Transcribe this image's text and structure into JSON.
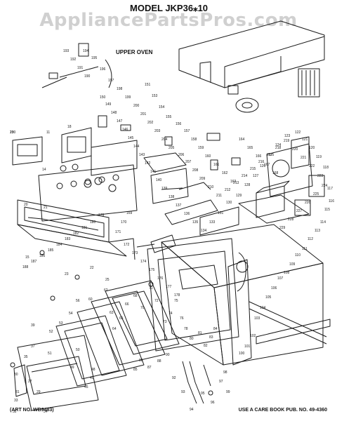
{
  "watermark": "AppliancePartsPros.com",
  "title": "MODEL  JKP36⁎10",
  "subtitle": "UPPER OVEN",
  "footer": {
    "art_no": "(ART NO. WB9483)",
    "care_book": "USE A CARE BOOK PUB. NO. 49-4360"
  },
  "colors": {
    "ink": "#1a1a1a",
    "watermark": "#888888"
  },
  "callouts": [
    "10",
    "11",
    "14",
    "15",
    "18",
    "20",
    "21",
    "22",
    "23",
    "25",
    "27",
    "29",
    "30",
    "31",
    "32",
    "33",
    "34",
    "35",
    "37",
    "39",
    "40",
    "45",
    "48",
    "49",
    "50",
    "51",
    "52",
    "53",
    "54",
    "56",
    "60",
    "62",
    "63",
    "64",
    "65",
    "66",
    "68",
    "70",
    "71",
    "72",
    "73",
    "74",
    "75",
    "76",
    "78",
    "80",
    "81",
    "82",
    "83",
    "84",
    "85",
    "86",
    "87",
    "88",
    "90",
    "92",
    "93",
    "94",
    "95",
    "96",
    "97",
    "98",
    "99",
    "100",
    "101",
    "102",
    "103",
    "104",
    "105",
    "106",
    "107",
    "108",
    "109",
    "110",
    "111",
    "112",
    "113",
    "114",
    "115",
    "116",
    "117",
    "118",
    "119",
    "120",
    "121",
    "122",
    "123",
    "124",
    "125",
    "126",
    "127",
    "128",
    "129",
    "130",
    "131",
    "133",
    "134",
    "135",
    "136",
    "137",
    "138",
    "139",
    "140",
    "141",
    "142",
    "143",
    "144",
    "145",
    "146",
    "147",
    "148",
    "149",
    "150",
    "151",
    "153",
    "154",
    "155",
    "156",
    "157",
    "158",
    "159",
    "160",
    "161",
    "162",
    "163",
    "164",
    "165",
    "166",
    "167",
    "168",
    "169",
    "170",
    "171",
    "172",
    "173",
    "174",
    "175",
    "176",
    "177",
    "178",
    "179",
    "180",
    "181",
    "182",
    "183",
    "184",
    "185",
    "186",
    "187",
    "188",
    "190",
    "191",
    "192",
    "193",
    "194",
    "195",
    "196",
    "197",
    "198",
    "199",
    "200",
    "201",
    "202",
    "203",
    "204",
    "205",
    "206",
    "207",
    "208",
    "209",
    "210",
    "211",
    "212",
    "213",
    "214",
    "215",
    "216",
    "217",
    "218",
    "219",
    "220",
    "221",
    "222",
    "223",
    "224",
    "225",
    "226",
    "227",
    "228",
    "229",
    "230"
  ]
}
